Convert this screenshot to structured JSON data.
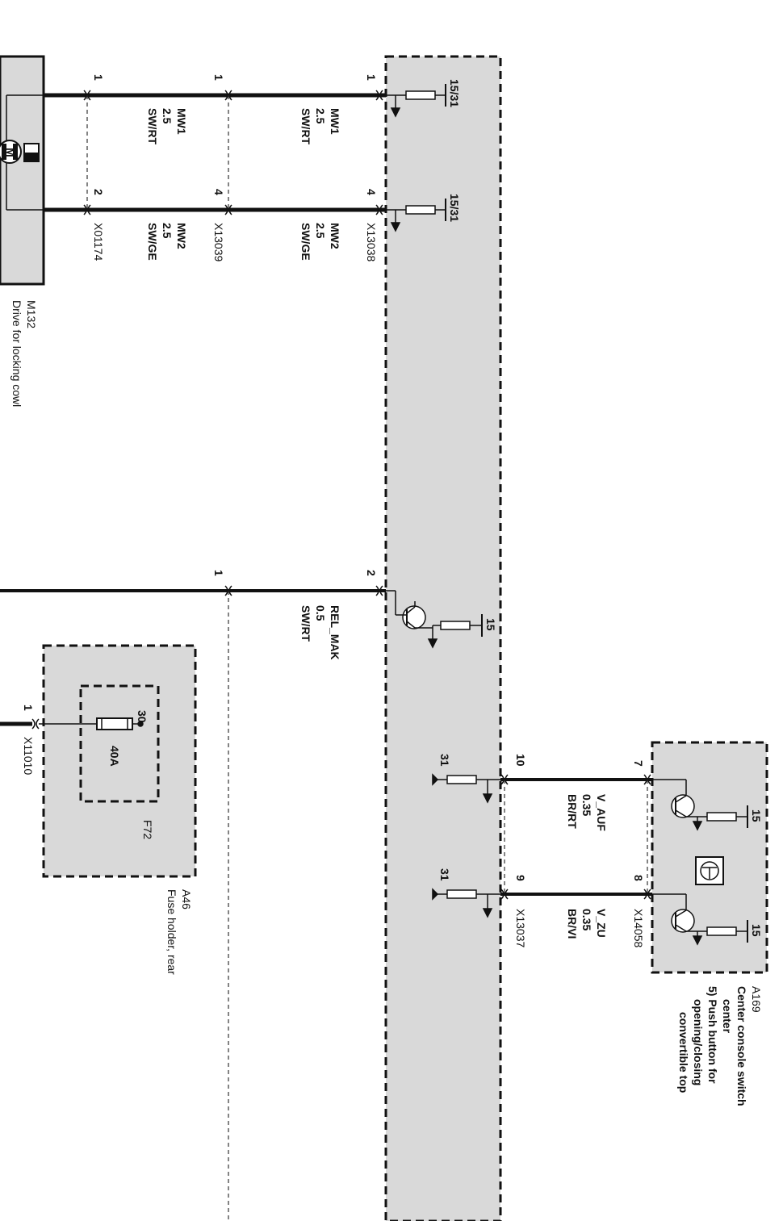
{
  "components": {
    "m132": {
      "id": "M132",
      "name": "Drive for locking cowl",
      "motor_symbol": "M"
    },
    "a46": {
      "id": "A46",
      "name": "Fuse holder, rear"
    },
    "f72": {
      "id": "F72",
      "rating": "40A",
      "terminal": "30"
    },
    "a169": {
      "id": "A169",
      "name_lines": [
        "Center console switch",
        "center",
        "5) Push button for",
        "opening/closing",
        "convertible top"
      ]
    }
  },
  "connectors": {
    "x13038": "X13038",
    "x13039": "X13039",
    "x01174": "X01174",
    "x11010": "X11010",
    "x13037": "X13037",
    "x14058": "X14058"
  },
  "wires": {
    "mw1": {
      "name": "MW1",
      "size": "2.5",
      "color": "SW/RT"
    },
    "mw2": {
      "name": "MW2",
      "size": "2.5",
      "color": "SW/GE"
    },
    "rel_mak": {
      "name": "REL_MAK",
      "size": "0.5",
      "color": "SW/RT"
    },
    "v_auf": {
      "name": "V_AUF",
      "size": "0.35",
      "color": "BR/RT"
    },
    "v_zu": {
      "name": "V_ZU",
      "size": "0.35",
      "color": "BR/VI"
    }
  },
  "pins": {
    "p1": "1",
    "p2": "2",
    "p4": "4",
    "p7": "7",
    "p8": "8",
    "p9": "9",
    "p10": "10",
    "p30": "30"
  },
  "supply_labels": {
    "s1531": "15/31",
    "s15": "15",
    "s31": "31"
  }
}
